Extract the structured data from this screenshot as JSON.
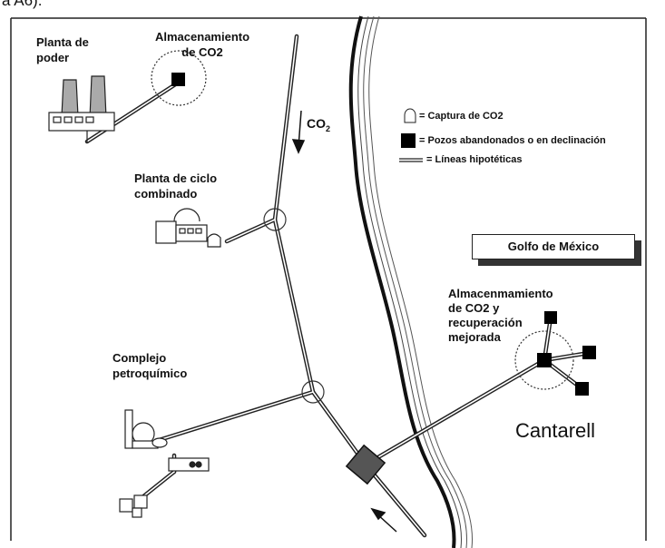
{
  "caption_fragment": "a A6).",
  "labels": {
    "power_plant": [
      "Planta de",
      "poder"
    ],
    "storage_top": [
      "Almacenamiento",
      "de CO2"
    ],
    "co2": "CO",
    "co2_sub": "2",
    "combined_cycle": [
      "Planta de ciclo",
      "combinado"
    ],
    "petrochemical": [
      "Complejo",
      "petroquímico"
    ],
    "storage_cantarell": [
      "Almacenmamiento",
      "de CO2  y",
      "recuperación",
      "mejorada"
    ],
    "cantarell": "Cantarell",
    "gulf": "Golfo de México"
  },
  "legend": [
    {
      "symbol": "capture-circle",
      "text": "= Captura de CO2"
    },
    {
      "symbol": "black-square",
      "text": "= Pozos abandonados o en declinación"
    },
    {
      "symbol": "double-line",
      "text": "= Líneas hipotéticas"
    }
  ]
}
